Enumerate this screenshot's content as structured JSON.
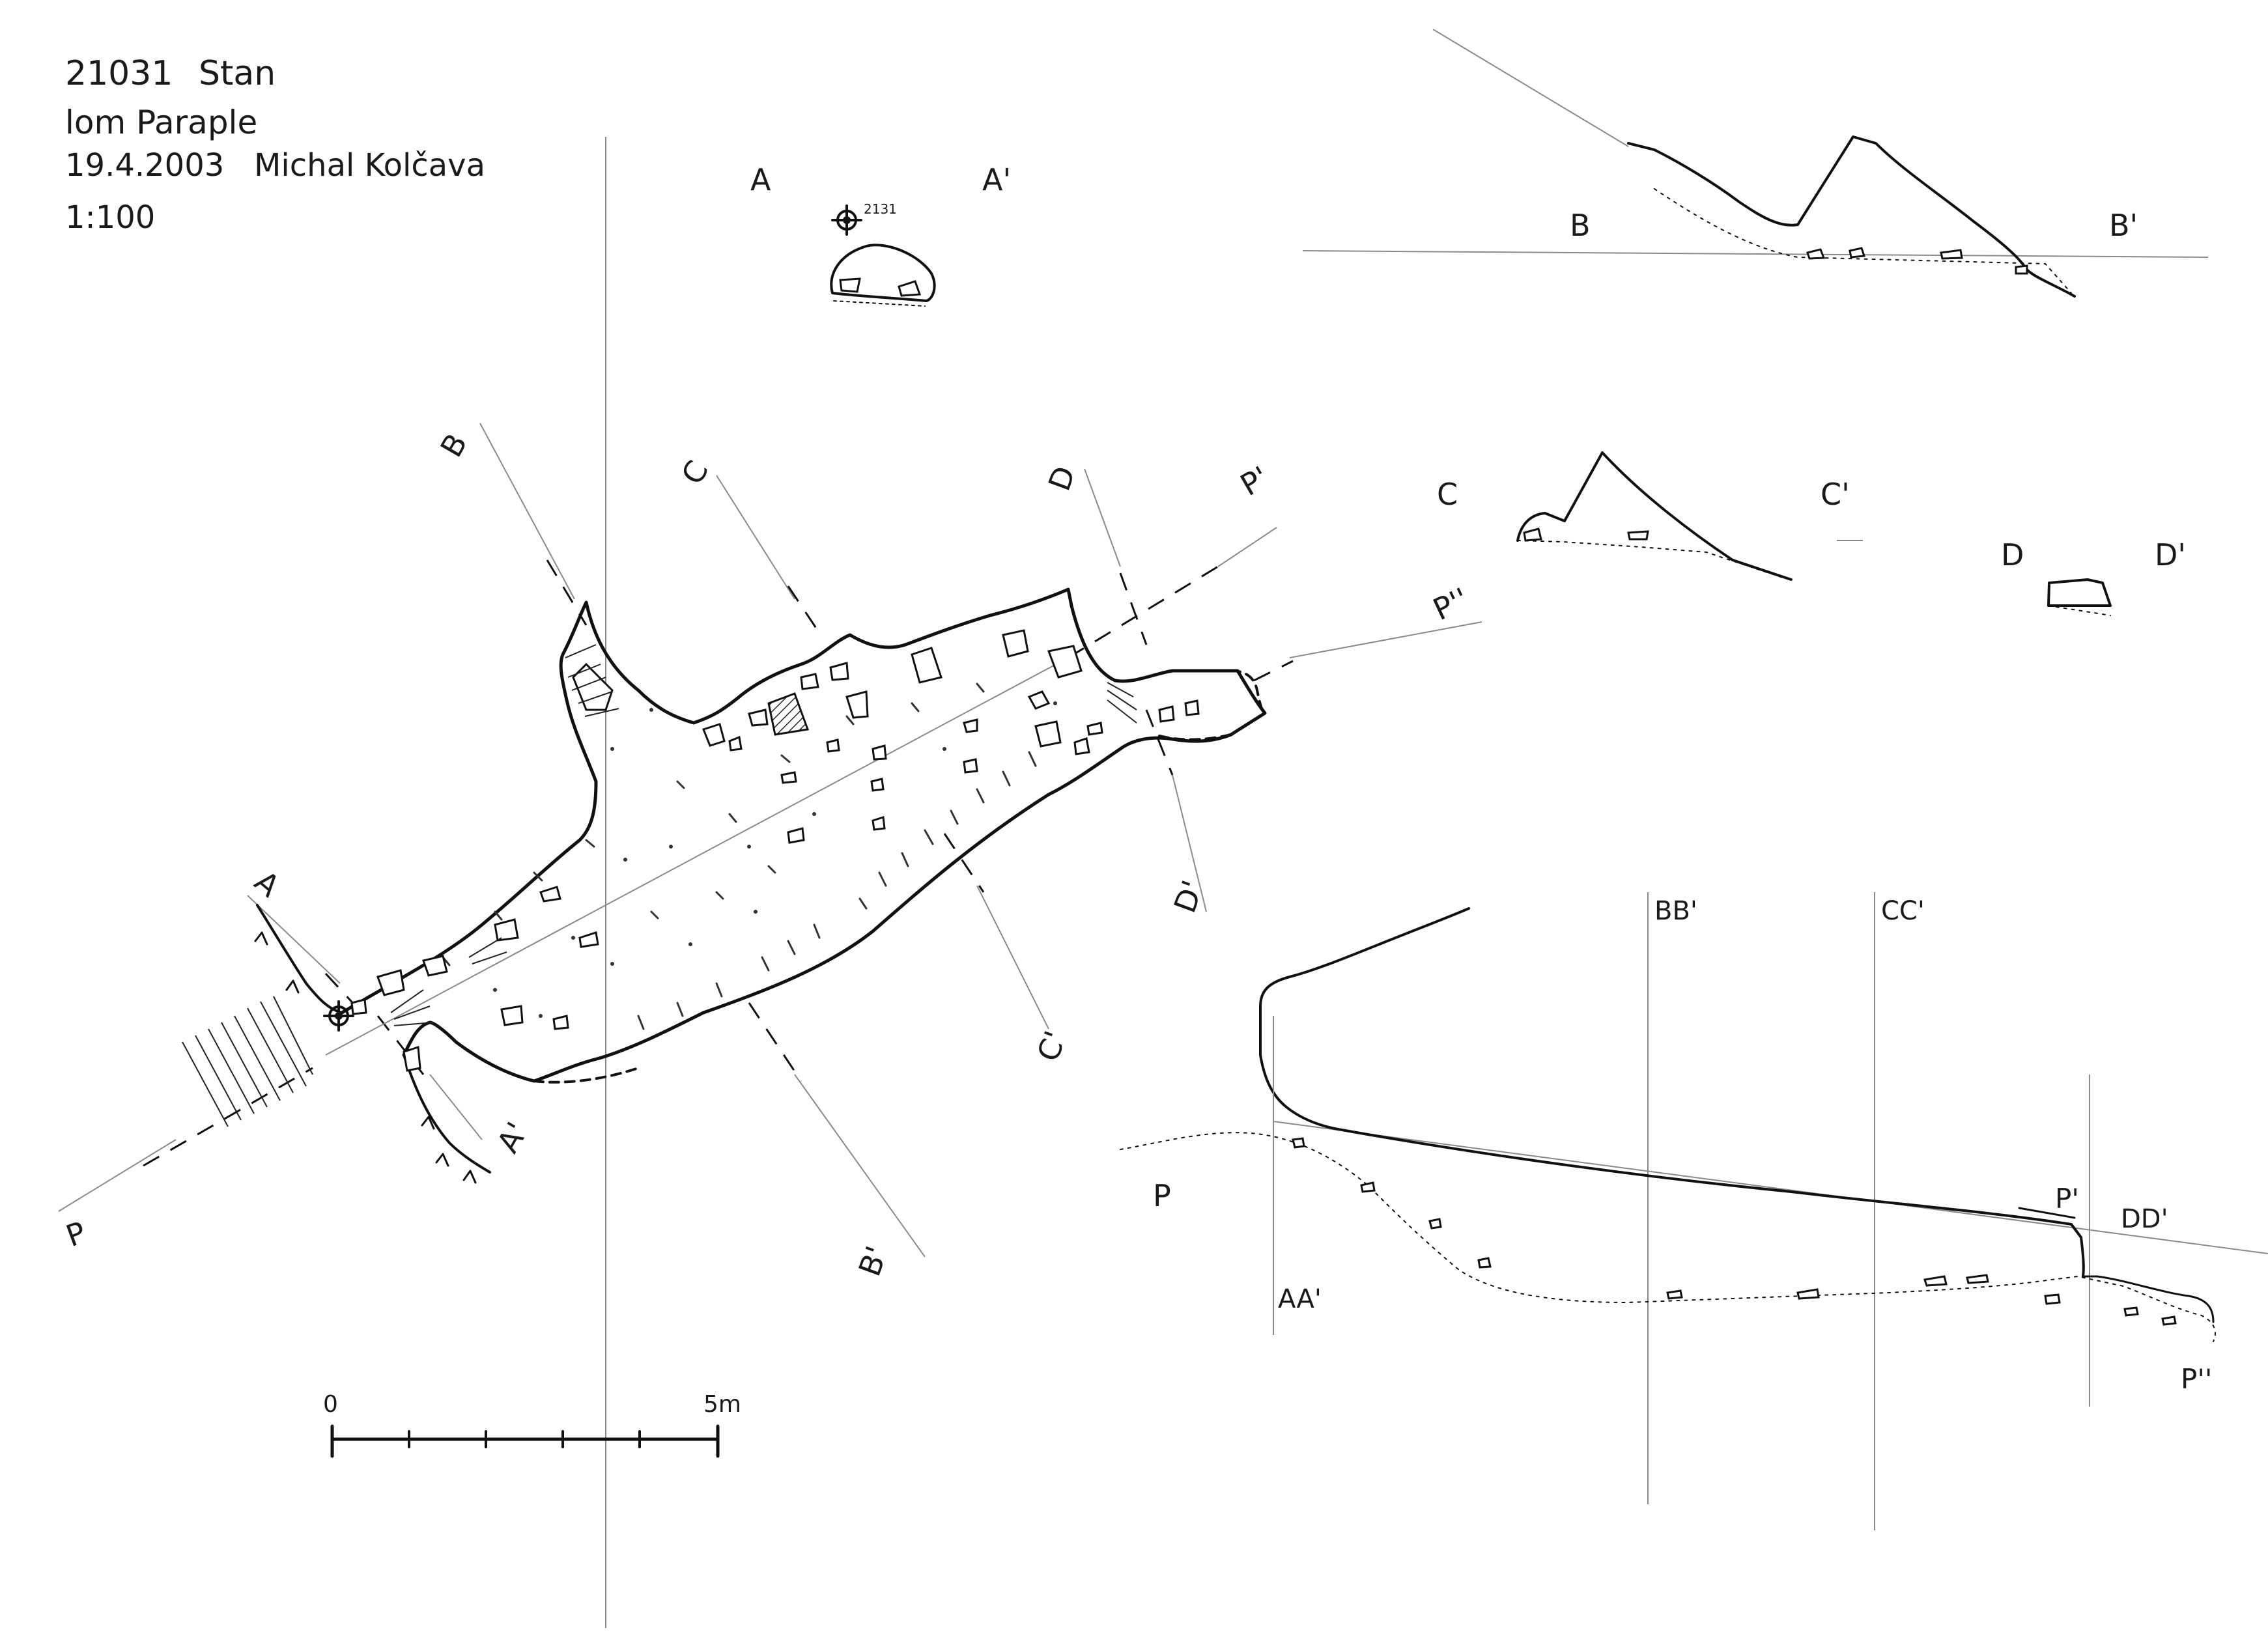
{
  "header": {
    "cave_id": "21031",
    "cave_name": "Stan",
    "locality": "lom Paraple",
    "date": "19.4.2003",
    "author": "Michal Kolčava",
    "scale": "1:100"
  },
  "survey_point": "2131",
  "scale_bar": {
    "start": "0",
    "end": "5m",
    "length_m": 5
  },
  "plan_labels": {
    "a": "A",
    "a_prime": "A'",
    "b": "B",
    "b_prime": "B'",
    "c": "C",
    "c_prime": "C'",
    "d": "D",
    "d_prime": "D'",
    "p": "P",
    "p_prime": "P'",
    "p_dprime": "P''"
  },
  "cross_sections": [
    {
      "left": "A",
      "right": "A'"
    },
    {
      "left": "B",
      "right": "B'"
    },
    {
      "left": "C",
      "right": "C'"
    },
    {
      "left": "D",
      "right": "D'"
    }
  ],
  "profile_labels": {
    "p": "P",
    "p_prime": "P'",
    "p_dprime": "P''",
    "aa": "AA'",
    "bb": "BB'",
    "cc": "CC'",
    "dd": "DD'"
  }
}
